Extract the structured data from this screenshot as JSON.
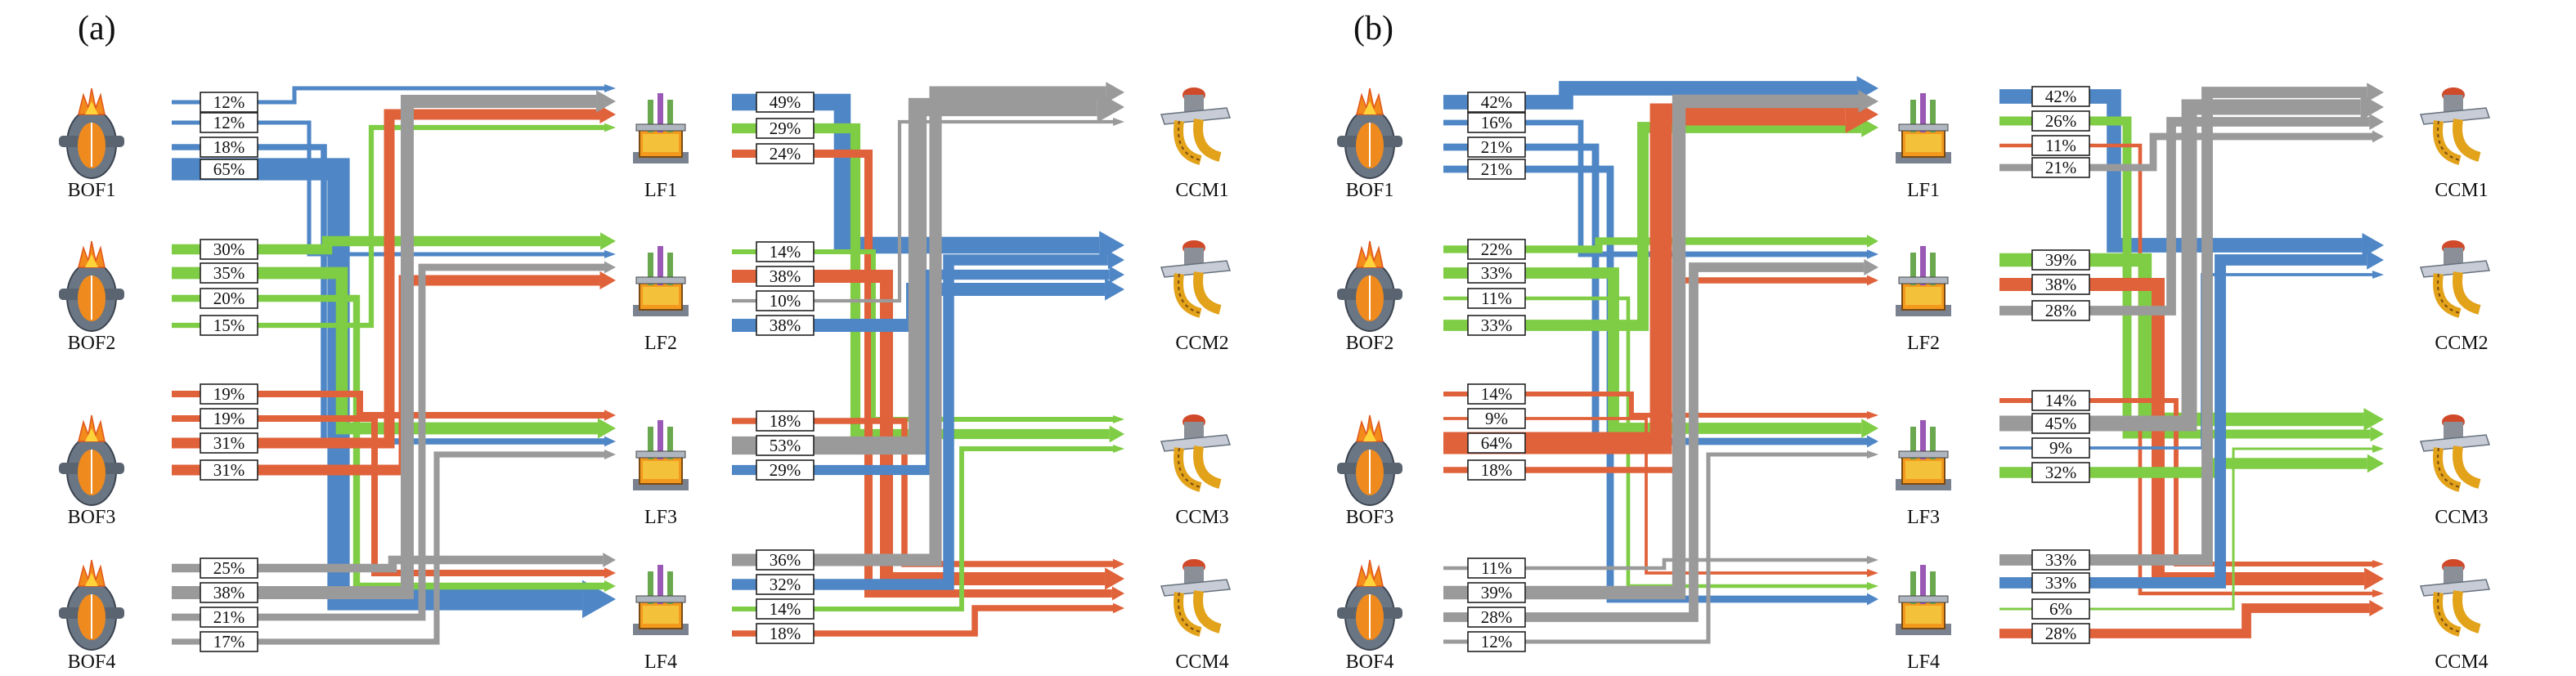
{
  "colors": {
    "c1": "#4f86c6",
    "c2": "#7fcc45",
    "c3": "#e0623a",
    "c4": "#9a9a9a",
    "box": "#222222"
  },
  "panels": [
    {
      "label": "(a)",
      "bofs": [
        "BOF1",
        "BOF2",
        "BOF3",
        "BOF4"
      ],
      "lfs": [
        "LF1",
        "LF2",
        "LF3",
        "LF4"
      ],
      "ccms": [
        "CCM1",
        "CCM2",
        "CCM3",
        "CCM4"
      ],
      "left_pcts": [
        [
          "12%",
          "12%",
          "18%",
          "65%"
        ],
        [
          "30%",
          "35%",
          "20%",
          "15%"
        ],
        [
          "19%",
          "19%",
          "31%",
          "31%"
        ],
        [
          "25%",
          "38%",
          "21%",
          "17%"
        ]
      ],
      "mid_pcts": [
        [
          "49%",
          "29%",
          "24%"
        ],
        [
          "14%",
          "38%",
          "10%",
          "38%"
        ],
        [
          "18%",
          "53%",
          "29%"
        ],
        [
          "36%",
          "32%",
          "14%",
          "18%"
        ]
      ]
    },
    {
      "label": "(b)",
      "bofs": [
        "BOF1",
        "BOF2",
        "BOF3",
        "BOF4"
      ],
      "lfs": [
        "LF1",
        "LF2",
        "LF3",
        "LF4"
      ],
      "ccms": [
        "CCM1",
        "CCM2",
        "CCM3",
        "CCM4"
      ],
      "left_pcts": [
        [
          "42%",
          "16%",
          "21%",
          "21%"
        ],
        [
          "22%",
          "33%",
          "11%",
          "33%"
        ],
        [
          "14%",
          "9%",
          "64%",
          "18%"
        ],
        [
          "11%",
          "39%",
          "28%",
          "12%"
        ]
      ],
      "mid_pcts": [
        [
          "42%",
          "26%",
          "11%",
          "21%"
        ],
        [
          "39%",
          "38%",
          "28%"
        ],
        [
          "14%",
          "45%",
          "9%",
          "32%"
        ],
        [
          "33%",
          "33%",
          "6%",
          "28%"
        ]
      ]
    }
  ]
}
